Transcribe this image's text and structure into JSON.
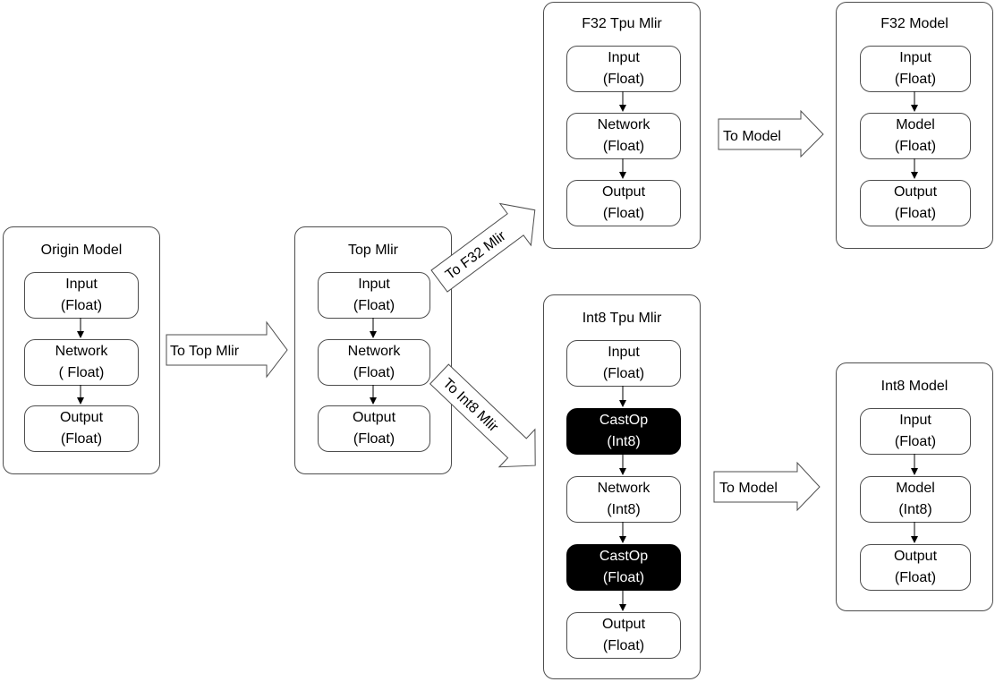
{
  "groups": {
    "origin": {
      "title": "Origin Model",
      "nodes": [
        {
          "line1": "Input",
          "line2": "(Float)"
        },
        {
          "line1": "Network",
          "line2": "( Float)"
        },
        {
          "line1": "Output",
          "line2": "(Float)"
        }
      ]
    },
    "top": {
      "title": "Top Mlir",
      "nodes": [
        {
          "line1": "Input",
          "line2": "(Float)"
        },
        {
          "line1": "Network",
          "line2": "(Float)"
        },
        {
          "line1": "Output",
          "line2": "(Float)"
        }
      ]
    },
    "f32tpu": {
      "title": "F32 Tpu Mlir",
      "nodes": [
        {
          "line1": "Input",
          "line2": "(Float)"
        },
        {
          "line1": "Network",
          "line2": "(Float)"
        },
        {
          "line1": "Output",
          "line2": "(Float)"
        }
      ]
    },
    "f32model": {
      "title": "F32 Model",
      "nodes": [
        {
          "line1": "Input",
          "line2": "(Float)"
        },
        {
          "line1": "Model",
          "line2": "(Float)"
        },
        {
          "line1": "Output",
          "line2": "(Float)"
        }
      ]
    },
    "int8tpu": {
      "title": "Int8 Tpu Mlir",
      "nodes": [
        {
          "line1": "Input",
          "line2": "(Float)"
        },
        {
          "line1": "CastOp",
          "line2": "(Int8)"
        },
        {
          "line1": "Network",
          "line2": "(Int8)"
        },
        {
          "line1": "CastOp",
          "line2": "(Float)"
        },
        {
          "line1": "Output",
          "line2": "(Float)"
        }
      ]
    },
    "int8model": {
      "title": "Int8 Model",
      "nodes": [
        {
          "line1": "Input",
          "line2": "(Float)"
        },
        {
          "line1": "Model",
          "line2": "(Int8)"
        },
        {
          "line1": "Output",
          "line2": "(Float)"
        }
      ]
    }
  },
  "arrows": {
    "to_top_mlir": "To Top Mlir",
    "to_f32_mlir": "To F32 Mlir",
    "to_int8_mlir": "To Int8 Mlir",
    "to_model_f32": "To Model",
    "to_model_int8": "To Model"
  },
  "colors": {
    "border": "#4d4d4d",
    "highlight_fill": "#000000",
    "highlight_text": "#ffffff"
  }
}
